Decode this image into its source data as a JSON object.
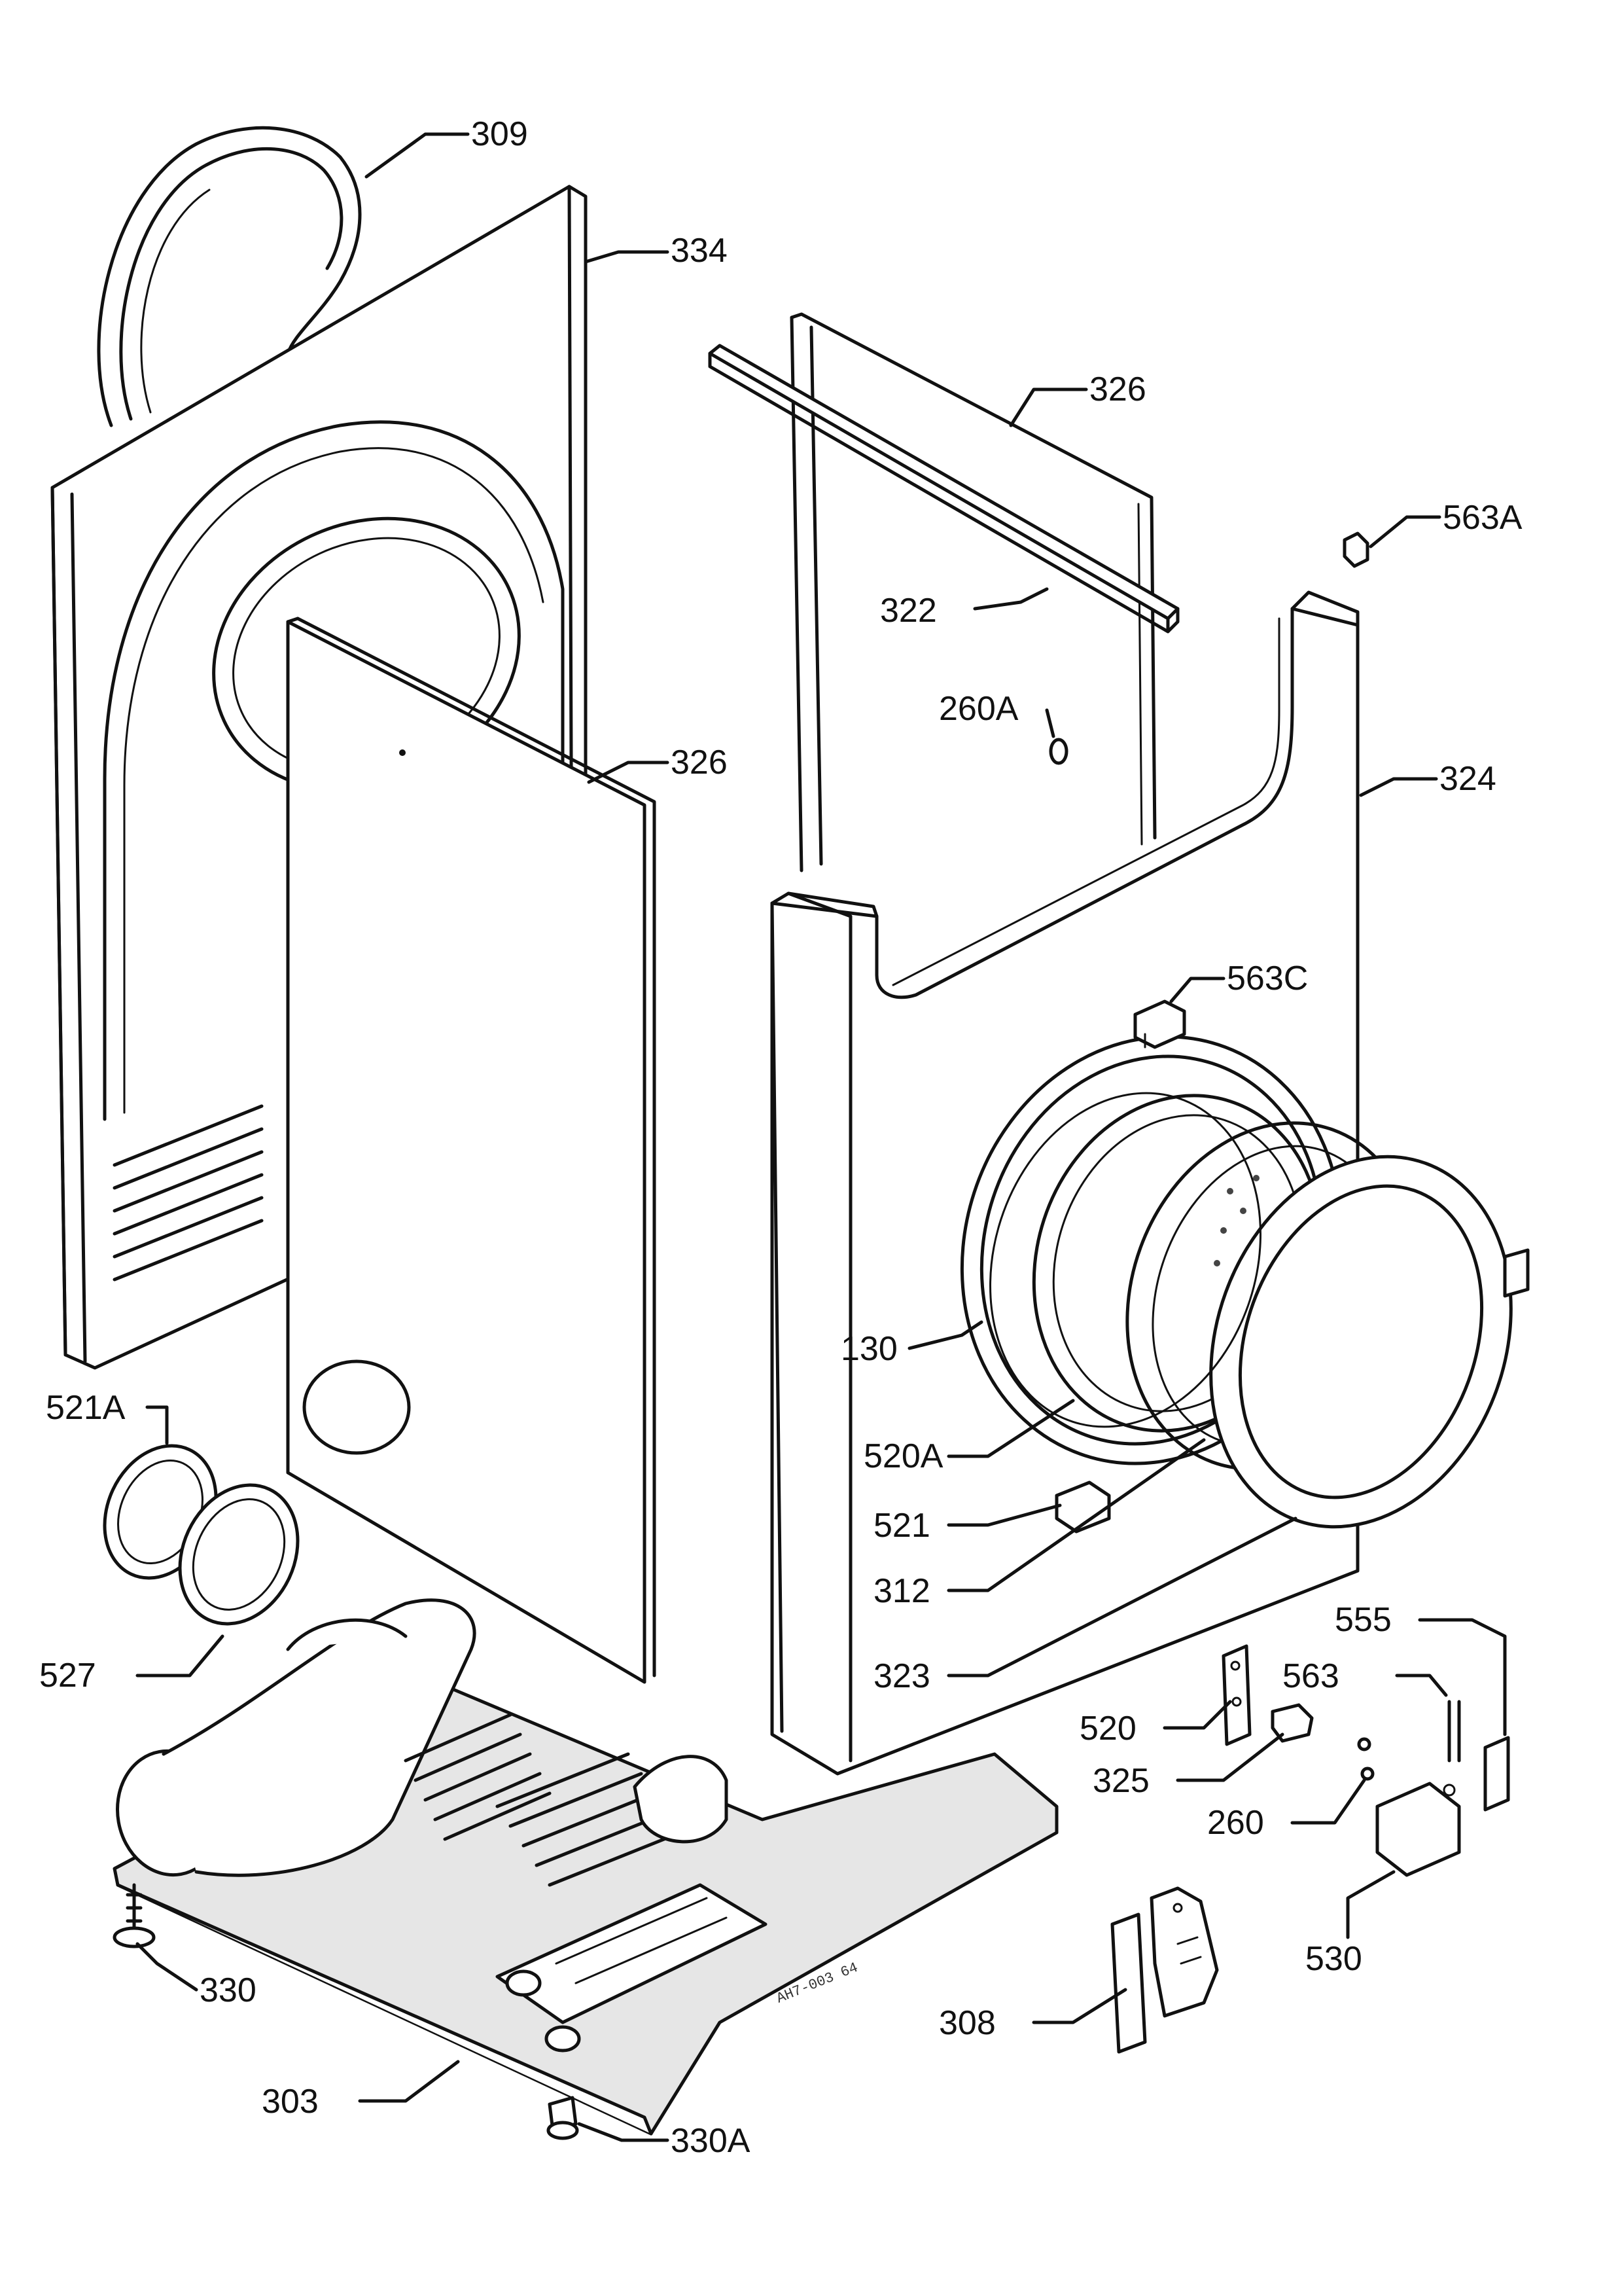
{
  "diagram": {
    "labels": {
      "l309": "309",
      "l334": "334",
      "l326_top": "326",
      "l563A": "563A",
      "l322": "322",
      "l260A": "260A",
      "l326_mid": "326",
      "l324": "324",
      "l563C": "563C",
      "l130": "130",
      "l521A": "521A",
      "l520A": "520A",
      "l521": "521",
      "l312": "312",
      "l527": "527",
      "l323": "323",
      "l555": "555",
      "l563": "563",
      "l520": "520",
      "l325": "325",
      "l260": "260",
      "l530": "530",
      "l308": "308",
      "l330": "330",
      "l303": "303",
      "l330A": "330A"
    },
    "drawing_ref": "AH7-003 64"
  }
}
